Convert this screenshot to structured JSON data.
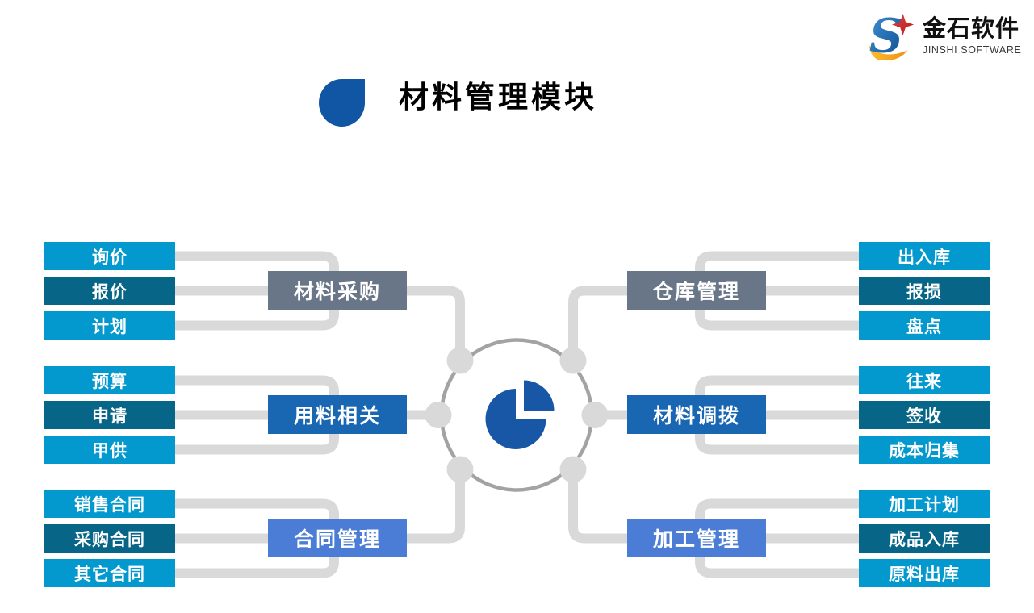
{
  "brand": {
    "name": "金石软件",
    "subtitle": "JINSHI SOFTWARE"
  },
  "slide": {
    "title": "材料管理模块"
  },
  "diagram": {
    "hub_icon": "pie-chart",
    "groups": [
      {
        "category": "材料采购",
        "items": [
          "询价",
          "报价",
          "计划"
        ]
      },
      {
        "category": "用料相关",
        "items": [
          "预算",
          "申请",
          "甲供"
        ]
      },
      {
        "category": "合同管理",
        "items": [
          "销售合同",
          "采购合同",
          "其它合同"
        ]
      },
      {
        "category": "仓库管理",
        "items": [
          "出入库",
          "报损",
          "盘点"
        ]
      },
      {
        "category": "材料调拨",
        "items": [
          "往来",
          "签收",
          "成本归集"
        ]
      },
      {
        "category": "加工管理",
        "items": [
          "加工计划",
          "成品入库",
          "原料出库"
        ]
      }
    ],
    "colors": {
      "item_light": "#0499CE",
      "item_dark": "#076587",
      "category_gray": "#697687",
      "category_blue": "#1966B3",
      "category_cornflower": "#4C7DD6",
      "connector": "#D9D9D9",
      "hub_ring": "#A3A3A3",
      "hub_node": "#D9D9D9",
      "pie_blue": "#1757A6",
      "title_bullet_blue": "#1056A4",
      "logo_orange": "#F2A41C",
      "logo_red": "#CE2B2B"
    }
  }
}
